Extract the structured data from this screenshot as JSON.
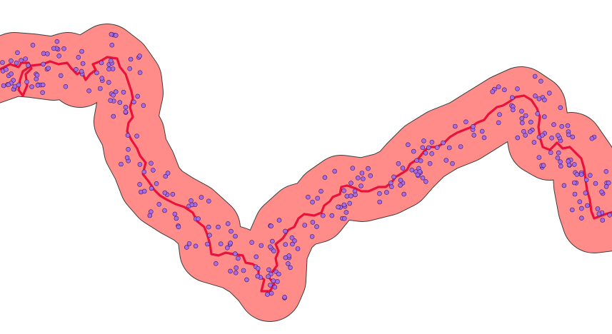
{
  "map": {
    "background_color": "#ffffff",
    "layers": [
      {
        "id": "buffer",
        "kind": "polygon",
        "fill_color": "#ff8c88",
        "stroke_color": "#3c3c3c"
      },
      {
        "id": "route",
        "kind": "line",
        "stroke_color": "#e8123c"
      },
      {
        "id": "points",
        "kind": "point",
        "fill_color": "#a86be0",
        "stroke_color": "#3a1a6a",
        "count_shown": 360
      }
    ]
  }
}
